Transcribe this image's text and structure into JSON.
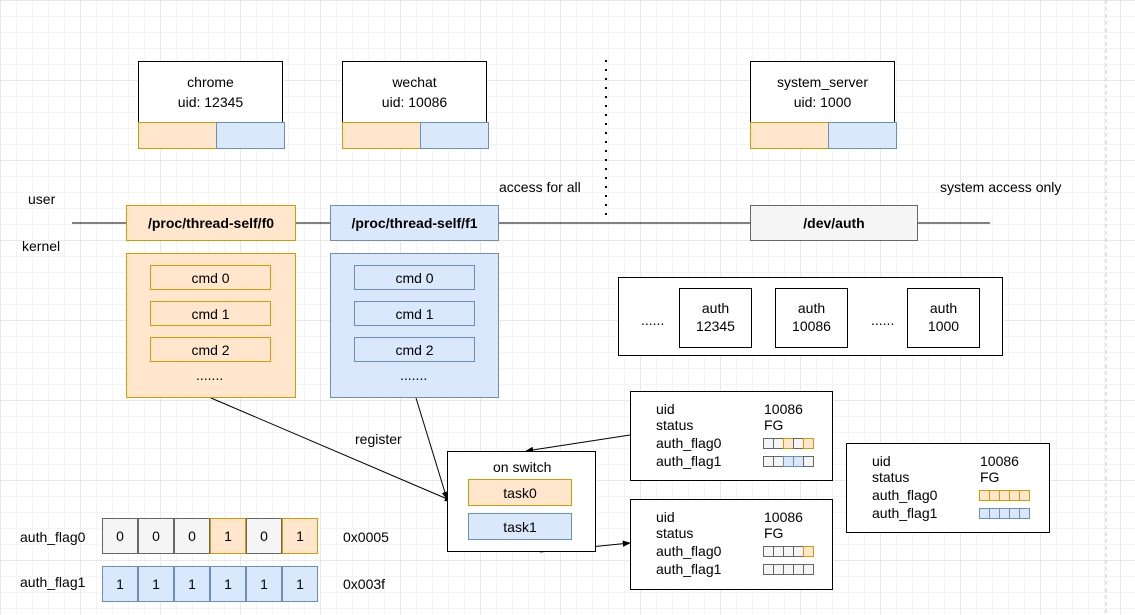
{
  "processes": [
    {
      "name": "chrome",
      "uid_label": "uid: 12345"
    },
    {
      "name": "wechat",
      "uid_label": "uid: 10086"
    },
    {
      "name": "system_server",
      "uid_label": "uid: 1000"
    }
  ],
  "labels": {
    "user": "user",
    "kernel": "kernel",
    "access_for_all": "access for all",
    "system_access_only": "system access only",
    "register": "register"
  },
  "files": {
    "f0": "/proc/thread-self/f0",
    "f1": "/proc/thread-self/f1",
    "dev": "/dev/auth"
  },
  "f0_cmds": [
    "cmd 0",
    "cmd 1",
    "cmd 2",
    "......."
  ],
  "f1_cmds": [
    "cmd 0",
    "cmd 1",
    "cmd 2",
    "......."
  ],
  "auth_list": {
    "ellipsis_left": "......",
    "ellipsis_mid": "......",
    "items": [
      {
        "name": "auth",
        "uid": "12345"
      },
      {
        "name": "auth",
        "uid": "10086"
      },
      {
        "name": "auth",
        "uid": "1000"
      }
    ]
  },
  "switch": {
    "title": "on switch",
    "task0": "task0",
    "task1": "task1"
  },
  "status_labels": {
    "uid": "uid",
    "status": "status",
    "flag0": "auth_flag0",
    "flag1": "auth_flag1"
  },
  "status_boxes": [
    {
      "uid": "10086",
      "status": "FG",
      "flag0_cells": [
        "w",
        "w",
        "o",
        "w",
        "o"
      ],
      "flag1_cells": [
        "w",
        "w",
        "b",
        "b",
        "w"
      ]
    },
    {
      "uid": "10086",
      "status": "FG",
      "flag0_cells": [
        "w",
        "w",
        "w",
        "w",
        "o"
      ],
      "flag1_cells": [
        "w",
        "w",
        "w",
        "w",
        "w"
      ]
    },
    {
      "uid": "10086",
      "status": "FG",
      "flag0_cells": [
        "o",
        "o",
        "o",
        "o",
        "o"
      ],
      "flag1_cells": [
        "b",
        "b",
        "b",
        "b",
        "b"
      ]
    }
  ],
  "bit_rows": [
    {
      "label": "auth_flag0",
      "bits": [
        "0",
        "0",
        "0",
        "1",
        "0",
        "1"
      ],
      "colors": [
        "grey",
        "grey",
        "grey",
        "orange",
        "grey",
        "orange"
      ],
      "hex": "0x0005"
    },
    {
      "label": "auth_flag1",
      "bits": [
        "1",
        "1",
        "1",
        "1",
        "1",
        "1"
      ],
      "colors": [
        "blue",
        "blue",
        "blue",
        "blue",
        "blue",
        "blue"
      ],
      "hex": "0x003f"
    }
  ],
  "colors": {
    "orange_fill": "#ffe6cc",
    "orange_stroke": "#d79b00",
    "blue_fill": "#dae8fc",
    "blue_stroke": "#6c8ebf",
    "grey_fill": "#f5f5f5",
    "grey_stroke": "#666666"
  }
}
